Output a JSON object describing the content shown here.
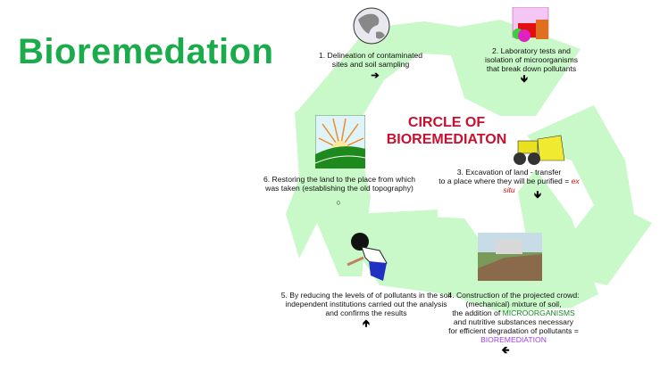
{
  "title": "Bioremedation",
  "center": {
    "line1": "CIRCLE OF",
    "line2": "BIOREMEDIATON"
  },
  "colors": {
    "title": "#1aab4b",
    "recycle_arrows": "#c9f9c9",
    "center_text": "#c8102e"
  },
  "steps": [
    {
      "lines": [
        "1. Delineation of contaminated",
        "sites and soil sampling"
      ],
      "arrow": "➔",
      "icon": "globe-icon"
    },
    {
      "lines": [
        "2. Laboratory tests and",
        "isolation of microorganisms",
        "that break down pollutants"
      ],
      "arrow": "🡻",
      "icon": "laboratory-icon"
    },
    {
      "lines": [
        "3. Excavation of land - transfer",
        "to a place where they will be purified = "
      ],
      "emph": "ex situ",
      "arrow": "🡻",
      "icon": "bulldozer-icon"
    },
    {
      "lines": [
        "4. Construction of the projected crowd:",
        "(mechanical) mixture of soil,",
        "the addition of ",
        "and nutritive substances necessary",
        "for efficient degradation of pollutants ="
      ],
      "green_word": "MICROORGANISMS",
      "purple_word": "BIOREMEDIATION",
      "arrow": "🡸",
      "icon": "soil-mixing-photo"
    },
    {
      "lines": [
        "5. By reducing the levels of of pollutants in the soil",
        "independent institutions carried out the analysis",
        "and confirms the results"
      ],
      "arrow": "🡹",
      "icon": "person-sampling-icon"
    },
    {
      "lines": [
        "6. Restoring the land to the place from which",
        "was taken (establishing the old topography)"
      ],
      "arrow": "○",
      "icon": "sun-landscape-icon"
    }
  ]
}
